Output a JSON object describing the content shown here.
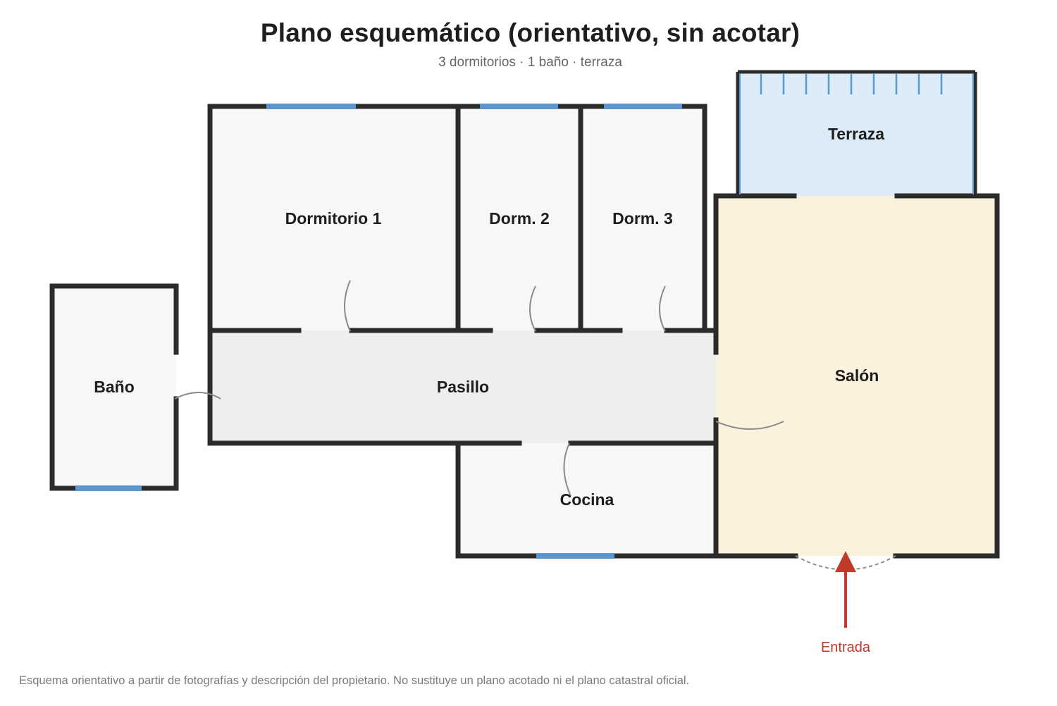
{
  "header": {
    "title": "Plano esquemático (orientativo, sin acotar)",
    "subtitle": "3 dormitorios · 1 baño · terraza"
  },
  "rooms": {
    "dormitorio1": "Dormitorio 1",
    "dorm2": "Dorm. 2",
    "dorm3": "Dorm. 3",
    "terraza": "Terraza",
    "bano": "Baño",
    "pasillo": "Pasillo",
    "salon": "Salón",
    "cocina": "Cocina"
  },
  "entrance": {
    "label": "Entrada"
  },
  "footnote": "Esquema orientativo a partir de fotografías y descripción del propietario. No sustituye un plano acotado ni el plano catastral oficial.",
  "colors": {
    "wall": "#2b2b2b",
    "window": "#5a97d0",
    "room_fill": "#f7f7f5",
    "corridor_fill": "#eeeeee",
    "salon_fill": "#fbf2de",
    "terrace_fill": "#dcebf8",
    "door_arc": "#8a8a8a",
    "entrance_arrow": "#c0392b"
  }
}
